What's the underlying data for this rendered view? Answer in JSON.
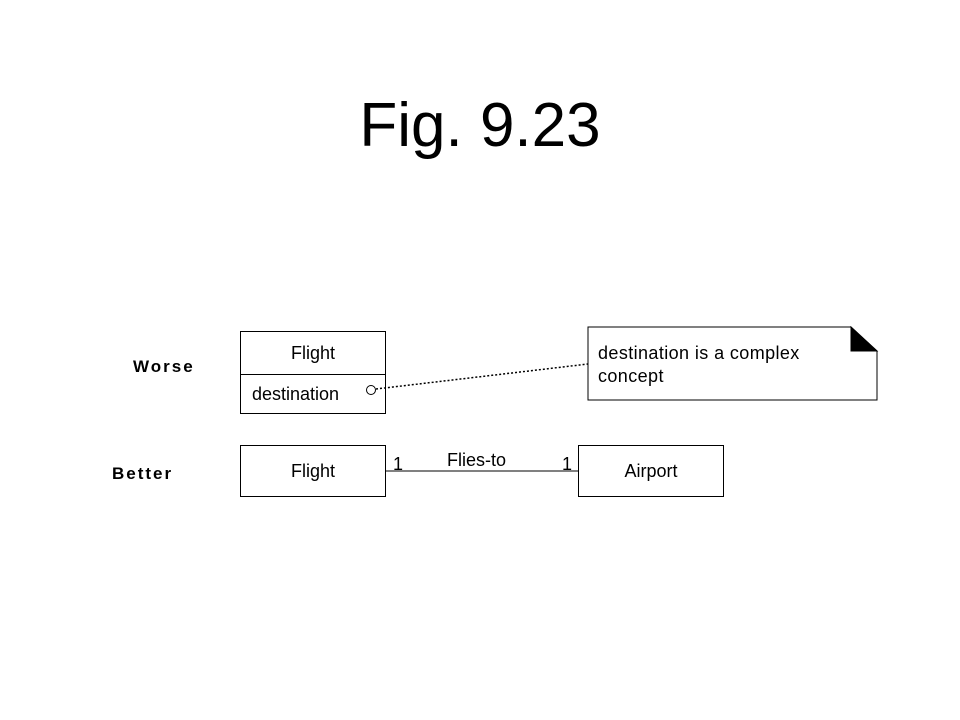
{
  "title": "Fig. 9.23",
  "worse": {
    "label": "Worse",
    "class_name": "Flight",
    "attribute": "destination",
    "note": {
      "line1": "destination is a complex",
      "line2": "concept"
    }
  },
  "better": {
    "label": "Better",
    "source_class": "Flight",
    "target_class": "Airport",
    "association": "Flies-to",
    "source_multiplicity": "1",
    "target_multiplicity": "1"
  }
}
